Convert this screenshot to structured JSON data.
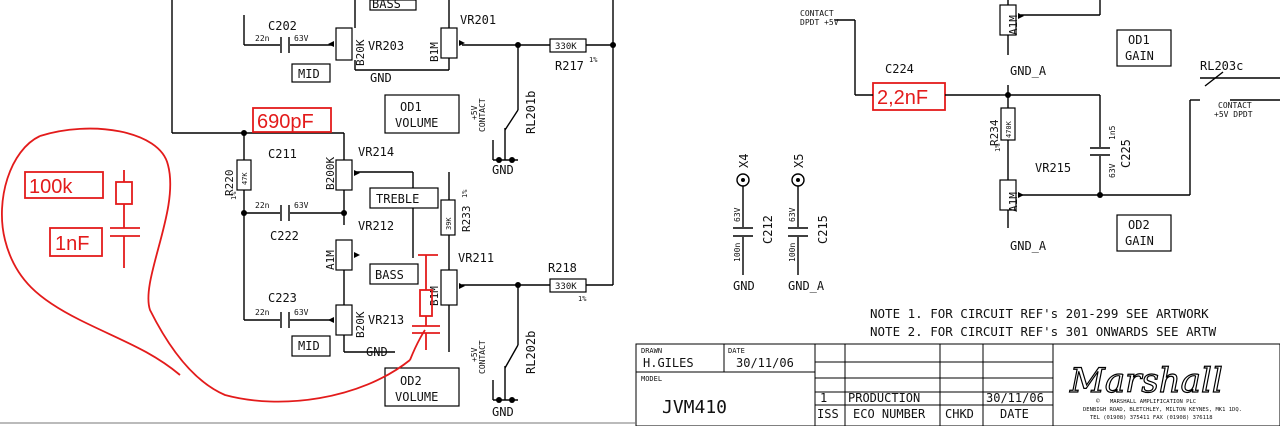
{
  "resistors": {
    "r217": "R217",
    "r217_val": "330K",
    "r217_tol": "1%",
    "r218": "R218",
    "r218_val": "330K",
    "r218_tol": "1%",
    "r220": "R220",
    "r220_val": "47K",
    "r220_tol": "1%",
    "r233": "R233",
    "r233_val": "39K",
    "r233_tol": "1%",
    "r234": "R234",
    "r234_val": "470K",
    "r234_tol": "1%"
  },
  "pots": {
    "vr201": "VR201",
    "vr201_val": "B1M",
    "vr203": "VR203",
    "vr203_val": "B20K",
    "vr211": "VR211",
    "vr211_val": "B1M",
    "vr212": "VR212",
    "vr212_val": "A1M",
    "vr213": "VR213",
    "vr213_val": "B20K",
    "vr214": "VR214",
    "vr214_val": "B200K",
    "vr215": "VR215",
    "vr215_val": "A1M",
    "od1_gain_pot_val": "A1M"
  },
  "caps": {
    "c202": "C202",
    "c202_val": "22n",
    "c202_v": "63V",
    "c211": "C211",
    "c211_val": "22n",
    "c211_v": "63V",
    "c222": "C222",
    "c223": "C223",
    "c223_val": "22n",
    "c223_v": "63V",
    "c224": "C224",
    "c225": "C225",
    "c225_val": "1n5",
    "c225_v": "63V",
    "c212": "C212",
    "c212_val": "100n",
    "c212_v": "63V",
    "c215": "C215",
    "c215_val": "100n",
    "c215_v": "63V"
  },
  "boxes": {
    "bass": "BASS",
    "mid1": "MID",
    "mid2": "MID",
    "treble": "TREBLE",
    "bass2": "BASS",
    "od1_vol_a": "OD1",
    "od1_vol_b": "VOLUME",
    "od2_vol_a": "OD2",
    "od2_vol_b": "VOLUME",
    "od1_gain_a": "OD1",
    "od1_gain_b": "GAIN",
    "od2_gain_a": "OD2",
    "od2_gain_b": "GAIN"
  },
  "nets": {
    "gnd": "GND",
    "gnd_a": "GND_A",
    "x4": "X4",
    "x5": "X5",
    "rl201b": "RL201b",
    "rl202b": "RL202b",
    "rl203c": "RL203c",
    "contact": "CONTACT",
    "plus5v": "+5V",
    "contact_dpdt": "CONTACT",
    "dpdt_5v": "DPDT +5V",
    "contact2": "CONTACT",
    "plus5v_dpdt": "+5V DPDT"
  },
  "annotations": {
    "c211_mod": "690pF",
    "c224_mod": "2,2nF",
    "r_add": "100k",
    "c_add": "1nF"
  },
  "notes": {
    "note1": "NOTE 1. FOR CIRCUIT REF's 201-299 SEE ARTWORK",
    "note2": "NOTE 2. FOR CIRCUIT REF's 301 ONWARDS SEE ARTW"
  },
  "title_block": {
    "drawn_label": "DRAWN",
    "drawn_by": "H.GILES",
    "date_label": "DATE",
    "date": "30/11/06",
    "model_label": "MODEL",
    "model": "JVM410",
    "rev_iss": "1",
    "rev_desc": "PRODUCTION",
    "rev_date": "30/11/06",
    "col_iss": "ISS",
    "col_eco": "ECO NUMBER",
    "col_chkd": "CHKD",
    "col_date": "DATE",
    "logo": "Marshall",
    "company": "MARSHALL AMPLIFICATION PLC",
    "address": "DENBIGH ROAD, BLETCHLEY, MILTON KEYNES, MK1 1DQ.",
    "phone": "TEL (01908) 375411 FAX (01908) 376118",
    "copyright": "©"
  }
}
